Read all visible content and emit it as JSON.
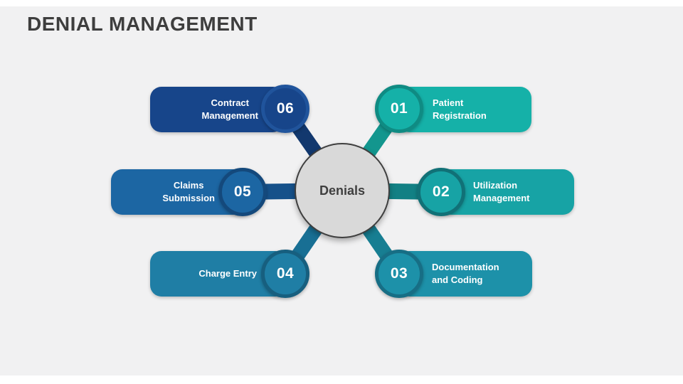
{
  "slide": {
    "title": "DENIAL MANAGEMENT",
    "title_color": "#3E3E3E",
    "background": "#F1F1F2"
  },
  "center": {
    "label": "Denials",
    "fill": "#D9D9D9",
    "border_color": "#3F3F3F",
    "text_color": "#3F3F3F"
  },
  "nodes": [
    {
      "number": "01",
      "label": "Patient\nRegistration",
      "pill_color": "#15B1A8",
      "ring_color": "#0F8B83",
      "spoke_color": "#13968E"
    },
    {
      "number": "02",
      "label": "Utilization\nManagement",
      "pill_color": "#17A3A5",
      "ring_color": "#117177",
      "spoke_color": "#128084"
    },
    {
      "number": "03",
      "label": "Documentation\nand Coding",
      "pill_color": "#1D91A9",
      "ring_color": "#176E85",
      "spoke_color": "#177E92"
    },
    {
      "number": "04",
      "label": "Charge Entry",
      "pill_color": "#1F7EA5",
      "ring_color": "#175F7F",
      "spoke_color": "#186F94"
    },
    {
      "number": "05",
      "label": "Claims\nSubmission",
      "pill_color": "#1C66A3",
      "ring_color": "#14497C",
      "spoke_color": "#16518A"
    },
    {
      "number": "06",
      "label": "Contract\nManagement",
      "pill_color": "#17458A",
      "ring_color": "#20549C",
      "spoke_color": "#12386E"
    }
  ]
}
